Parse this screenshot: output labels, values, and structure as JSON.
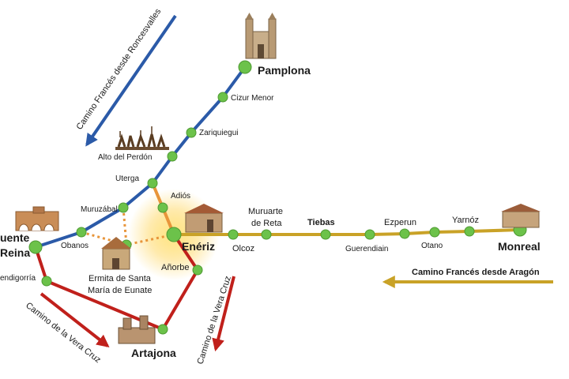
{
  "places": {
    "pamplona": "Pamplona",
    "cizur_menor": "Cizur Menor",
    "zariquiegui": "Zariquiegui",
    "alto_del_perdon": "Alto del Perdón",
    "uterga": "Uterga",
    "adios": "Adiós",
    "muruzabal": "Muruzábal",
    "obanos": "Obanos",
    "puente_reina_1": "uente",
    "puente_reina_2": "Reina",
    "mendigorria": "endigorría",
    "eunate_1": "Ermita de Santa",
    "eunate_2": "María de Eunate",
    "eneriz": "Enériz",
    "anorbe": "Añorbe",
    "artajona": "Artajona",
    "muruarte_1": "Muruarte",
    "muruarte_2": "de Reta",
    "olcoz": "Olcoz",
    "tiebas": "Tiebas",
    "guerendiain": "Guerendiain",
    "esperun": "Ezperun",
    "otano": "Otano",
    "yarnoz": "Yarnóz",
    "monreal": "Monreal"
  },
  "routes": {
    "roncesvalles": "Camino Francés desde Roncesvalles",
    "aragon": "Camino Francés desde Aragón",
    "vera_cruz_left": "Camino de la Vera Cruz",
    "vera_cruz_right": "Camino de la Vera Cruz"
  },
  "colors": {
    "route_blue": "#2b5aa8",
    "route_red": "#c0201b",
    "route_yellow": "#c9a227",
    "route_orange": "#e8953a",
    "node_green": "#6cc24a",
    "glow": "#ffd24d"
  },
  "icons": [
    "cathedral-icon",
    "pilgrim-sculpture-icon",
    "bridge-icon",
    "church-icon",
    "castle-icon",
    "village-icon"
  ]
}
